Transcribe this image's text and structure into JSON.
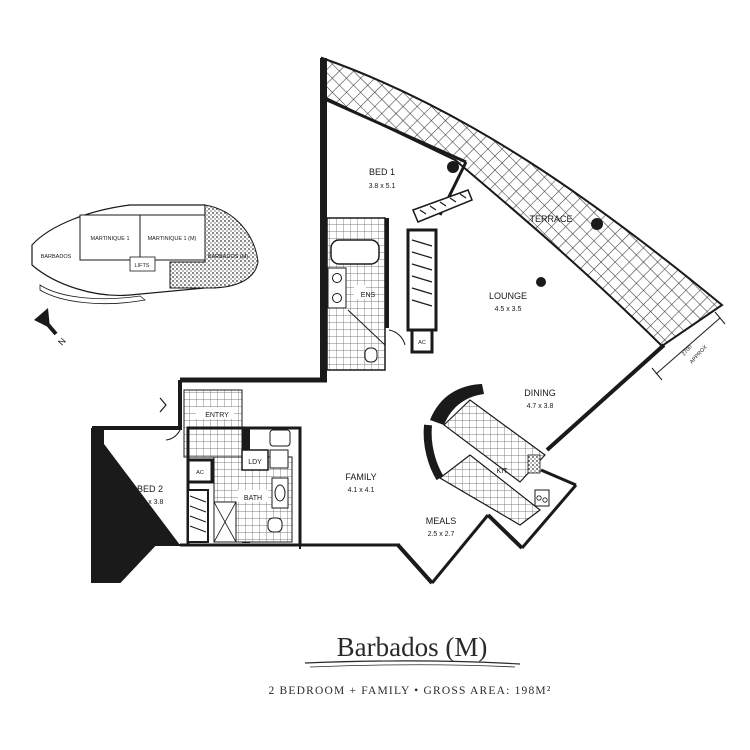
{
  "plan": {
    "name": "Barbados (M)",
    "subtitle": "2 BEDROOM + FAMILY  •  GROSS AREA: 198M²",
    "north_label": "N",
    "terrace_dim": {
      "value": "2700",
      "approx": "APPROX"
    }
  },
  "rooms": {
    "bed1": {
      "name": "BED 1",
      "size": "3.8 x 5.1"
    },
    "terrace": {
      "name": "TERRACE"
    },
    "lounge": {
      "name": "LOUNGE",
      "size": "4.5 x 3.5"
    },
    "dining": {
      "name": "DINING",
      "size": "4.7 x 3.8"
    },
    "family": {
      "name": "FAMILY",
      "size": "4.1 x 4.1"
    },
    "meals": {
      "name": "MEALS",
      "size": "2.5 x 2.7"
    },
    "bed2": {
      "name": "BED 2",
      "size": "3.6 x 3.8"
    },
    "entry": {
      "name": "ENTRY"
    },
    "ens": {
      "name": "ENS"
    },
    "ldy": {
      "name": "LDY"
    },
    "bath": {
      "name": "BATH"
    },
    "kit": {
      "name": "KIT"
    },
    "ac1": {
      "name": "AC"
    },
    "ac2": {
      "name": "AC"
    }
  },
  "keyplan": {
    "martinique1": "MARTINIQUE 1",
    "martinique1m": "MARTINIQUE 1 (M)",
    "barbados": "BARBADOS",
    "lifts": "LIFTS",
    "barbados_m": "BARBADOS (M)"
  }
}
